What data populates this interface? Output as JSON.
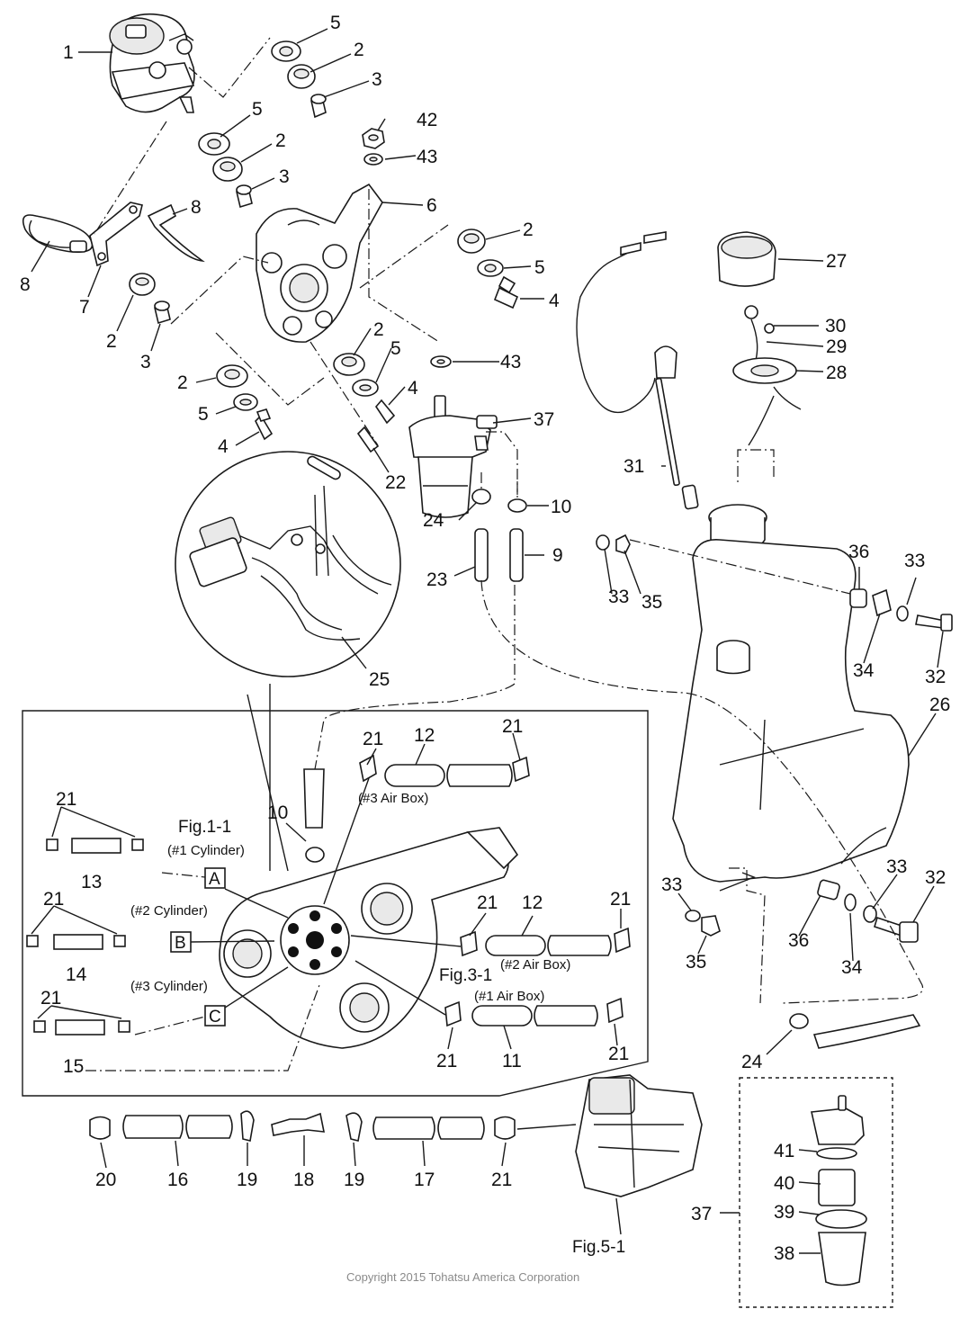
{
  "callouts": {
    "c1": "1",
    "c2a": "2",
    "c2b": "2",
    "c2c": "2",
    "c2d": "2",
    "c2e": "2",
    "c2f": "2",
    "c3a": "3",
    "c3b": "3",
    "c3c": "3",
    "c4a": "4",
    "c4b": "4",
    "c4c": "4",
    "c5a": "5",
    "c5b": "5",
    "c5c": "5",
    "c5d": "5",
    "c5e": "5",
    "c6": "6",
    "c7": "7",
    "c8a": "8",
    "c8b": "8",
    "c9": "9",
    "c10a": "10",
    "c10b": "10",
    "c11": "11",
    "c12a": "12",
    "c12b": "12",
    "c13": "13",
    "c14": "14",
    "c15": "15",
    "c16": "16",
    "c17": "17",
    "c18": "18",
    "c19a": "19",
    "c19b": "19",
    "c20": "20",
    "c21a": "21",
    "c21b": "21",
    "c21c": "21",
    "c21d": "21",
    "c21e": "21",
    "c21f": "21",
    "c21g": "21",
    "c21h": "21",
    "c21i": "21",
    "c21j": "21",
    "c22": "22",
    "c23": "23",
    "c24a": "24",
    "c24b": "24",
    "c25": "25",
    "c26": "26",
    "c27": "27",
    "c28": "28",
    "c29": "29",
    "c30": "30",
    "c31": "31",
    "c32a": "32",
    "c32b": "32",
    "c33a": "33",
    "c33b": "33",
    "c33c": "33",
    "c33d": "33",
    "c34a": "34",
    "c34b": "34",
    "c35a": "35",
    "c35b": "35",
    "c36a": "36",
    "c36b": "36",
    "c37a": "37",
    "c37b": "37",
    "c38": "38",
    "c39": "39",
    "c40": "40",
    "c41": "41",
    "c42": "42",
    "c43a": "43",
    "c43b": "43"
  },
  "inset": {
    "box_a": "A",
    "box_b": "B",
    "box_c": "C",
    "cyl1": "(#1 Cylinder)",
    "cyl2": "(#2 Cylinder)",
    "cyl3": "(#3 Cylinder)",
    "air3": "(#3 Air Box)",
    "air2": "(#2 Air Box)",
    "air1": "(#1 Air Box)"
  },
  "figure_refs": {
    "fig11": "Fig.1-1",
    "fig31": "Fig.3-1",
    "fig51": "Fig.5-1"
  },
  "footer": {
    "copyright": "Copyright 2015 Tohatsu America Corporation"
  }
}
